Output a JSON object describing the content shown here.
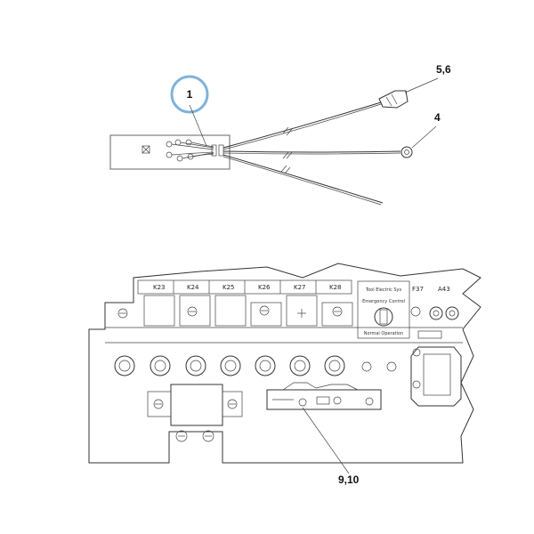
{
  "callouts": {
    "item_1": "1",
    "item_5_6": "5,6",
    "item_4": "4",
    "item_9_10": "9,10"
  },
  "relay_labels": [
    "K23",
    "K24",
    "K25",
    "K26",
    "K27",
    "K28"
  ],
  "panel_labels": {
    "f37": "F37",
    "a43": "A43",
    "switch_title_1": "Tool Electric Sys",
    "switch_title_2": "Emergency Control",
    "switch_bottom": "Normal Operation"
  },
  "colors": {
    "highlight_ring": "#7fb2d9",
    "line": "#333333"
  }
}
